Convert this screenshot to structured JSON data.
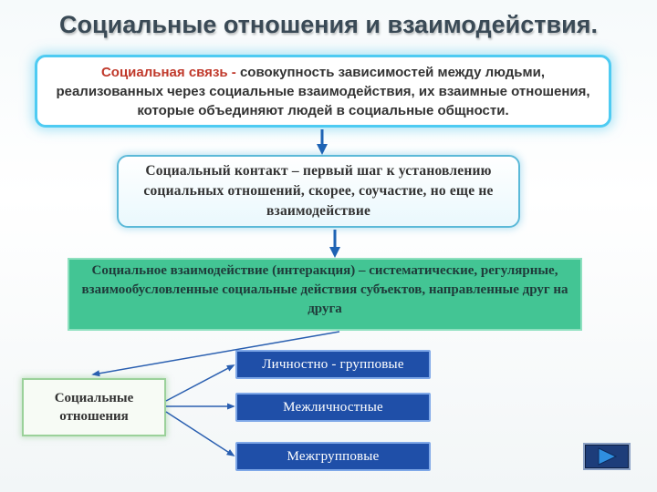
{
  "title": "Социальные отношения и взаимодействия.",
  "definition": {
    "term": "Социальная связь - ",
    "text": "совокупность зависимостей между людьми, реализованных через социальные взаимодействия, их взаимные отношения, которые объединяют людей в социальные общности."
  },
  "contact": {
    "text": "Социальный контакт – первый шаг к установлению социальных отношений, скорее, соучастие, но еще не взаимодействие"
  },
  "interaction": {
    "text": "Социальное взаимодействие (интеракция) – систематические, регулярные, взаимообусловленные социальные действия субъектов, направленные друг на друга"
  },
  "relations": {
    "label": "Социальные отношения"
  },
  "categories": [
    {
      "label": "Личностно - групповые"
    },
    {
      "label": "Межличностные"
    },
    {
      "label": "Межгрупповые"
    }
  ],
  "colors": {
    "title": "#3a4a56",
    "term": "#c0392b",
    "definition_border": "#4ecbf2",
    "interaction_fill": "#43c594",
    "category_fill": "#1f4fa8",
    "arrow_down": "#1e63b4"
  },
  "icons": {
    "next": "play-triangle-icon"
  }
}
